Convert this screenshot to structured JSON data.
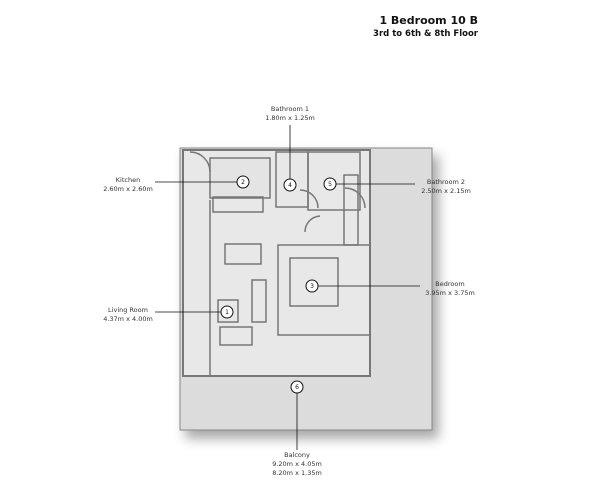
{
  "header": {
    "title": "1 Bedroom 10 B",
    "subtitle": "3rd to 6th & 8th Floor"
  },
  "rooms": [
    {
      "num": "1",
      "name": "Living Room",
      "dims": "4.37m x 4.00m"
    },
    {
      "num": "2",
      "name": "Kitchen",
      "dims": "2.60m x 2.60m"
    },
    {
      "num": "3",
      "name": "Bedroom",
      "dims": "3.95m x 3.75m"
    },
    {
      "num": "4",
      "name": "Bathroom 1",
      "dims": "1.80m x 1.25m"
    },
    {
      "num": "5",
      "name": "Bathroom 2",
      "dims": "2.50m x 2.15m"
    },
    {
      "num": "6",
      "name": "Balcony",
      "dims": "9.20m x 4.05m",
      "dims2": "8.20m x 1.35m"
    }
  ]
}
